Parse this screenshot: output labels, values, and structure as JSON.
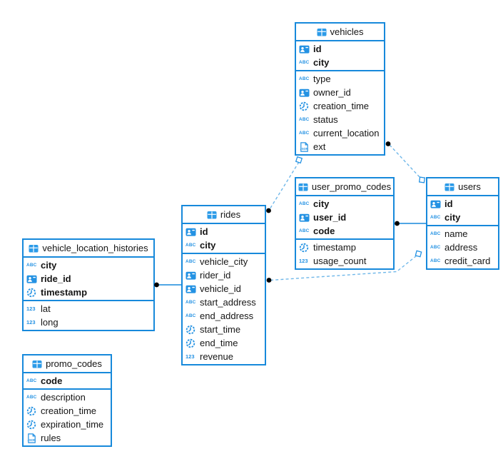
{
  "diagram": {
    "tables": [
      {
        "name": "vehicles",
        "columns": [
          {
            "name": "id",
            "type": "uuid",
            "key": true
          },
          {
            "name": "city",
            "type": "string",
            "key": true
          },
          {
            "name": "type",
            "type": "string",
            "key": false
          },
          {
            "name": "owner_id",
            "type": "uuid",
            "key": false
          },
          {
            "name": "creation_time",
            "type": "timestamp",
            "key": false
          },
          {
            "name": "status",
            "type": "string",
            "key": false
          },
          {
            "name": "current_location",
            "type": "string",
            "key": false
          },
          {
            "name": "ext",
            "type": "json",
            "key": false
          }
        ]
      },
      {
        "name": "user_promo_codes",
        "columns": [
          {
            "name": "city",
            "type": "string",
            "key": true
          },
          {
            "name": "user_id",
            "type": "uuid",
            "key": true
          },
          {
            "name": "code",
            "type": "string",
            "key": true
          },
          {
            "name": "timestamp",
            "type": "timestamp",
            "key": false
          },
          {
            "name": "usage_count",
            "type": "number",
            "key": false
          }
        ]
      },
      {
        "name": "users",
        "columns": [
          {
            "name": "id",
            "type": "uuid",
            "key": true
          },
          {
            "name": "city",
            "type": "string",
            "key": true
          },
          {
            "name": "name",
            "type": "string",
            "key": false
          },
          {
            "name": "address",
            "type": "string",
            "key": false
          },
          {
            "name": "credit_card",
            "type": "string",
            "key": false
          }
        ]
      },
      {
        "name": "rides",
        "columns": [
          {
            "name": "id",
            "type": "uuid",
            "key": true
          },
          {
            "name": "city",
            "type": "string",
            "key": true
          },
          {
            "name": "vehicle_city",
            "type": "string",
            "key": false
          },
          {
            "name": "rider_id",
            "type": "uuid",
            "key": false
          },
          {
            "name": "vehicle_id",
            "type": "uuid",
            "key": false
          },
          {
            "name": "start_address",
            "type": "string",
            "key": false
          },
          {
            "name": "end_address",
            "type": "string",
            "key": false
          },
          {
            "name": "start_time",
            "type": "timestamp",
            "key": false
          },
          {
            "name": "end_time",
            "type": "timestamp",
            "key": false
          },
          {
            "name": "revenue",
            "type": "number",
            "key": false
          }
        ]
      },
      {
        "name": "vehicle_location_histories",
        "columns": [
          {
            "name": "city",
            "type": "string",
            "key": true
          },
          {
            "name": "ride_id",
            "type": "uuid",
            "key": true
          },
          {
            "name": "timestamp",
            "type": "timestamp",
            "key": true
          },
          {
            "name": "lat",
            "type": "number",
            "key": false
          },
          {
            "name": "long",
            "type": "number",
            "key": false
          }
        ]
      },
      {
        "name": "promo_codes",
        "columns": [
          {
            "name": "code",
            "type": "string",
            "key": true
          },
          {
            "name": "description",
            "type": "string",
            "key": false
          },
          {
            "name": "creation_time",
            "type": "timestamp",
            "key": false
          },
          {
            "name": "expiration_time",
            "type": "timestamp",
            "key": false
          },
          {
            "name": "rules",
            "type": "json",
            "key": false
          }
        ]
      }
    ],
    "relationships": [
      {
        "from": "rides",
        "to": "vehicles",
        "line": "dashed"
      },
      {
        "from": "vehicles",
        "to": "users",
        "line": "dashed"
      },
      {
        "from": "user_promo_codes",
        "to": "users",
        "line": "solid"
      },
      {
        "from": "rides",
        "to": "users",
        "line": "dashed"
      },
      {
        "from": "vehicle_location_histories",
        "to": "rides",
        "line": "solid"
      }
    ]
  },
  "icon_glyphs": {
    "string": "ABC",
    "number": "123",
    "json": "JSON"
  },
  "colors": {
    "table_border": "#1789DB",
    "icon_blue": "#2492E3",
    "dashed_line": "#6FB7E9",
    "connector_dot": "#000000",
    "text": "#151515",
    "background": "#FFFFFF"
  }
}
